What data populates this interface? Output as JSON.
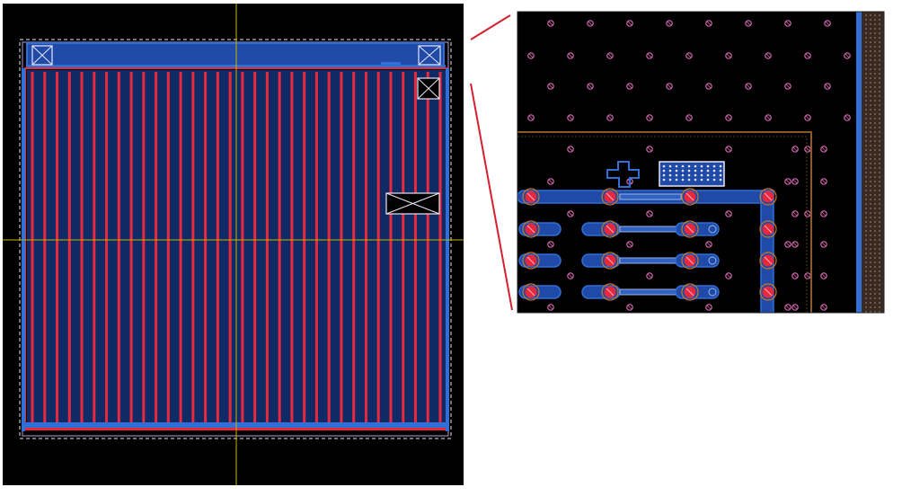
{
  "colors": {
    "background": "#000000",
    "canvas": "#ffffff",
    "metal_red": "#e8283c",
    "metal_blue": "#2f6fd6",
    "fill_blue": "#1f4aa8",
    "outline_white": "#e9e6f4",
    "outline_purple": "#b89ad8",
    "crosshair": "#c8b400",
    "contact": "#d868b4",
    "contact_ring": "#cc7a20",
    "boundary_brown": "#8a5a2a",
    "zoom_line": "#d42030",
    "dot_dark": "#4b3a30"
  },
  "layout_view": {
    "description_visible_text": "",
    "finger_count": 34
  },
  "zoom_view": {
    "contact_rows": 4,
    "dot_grid": "dense"
  }
}
